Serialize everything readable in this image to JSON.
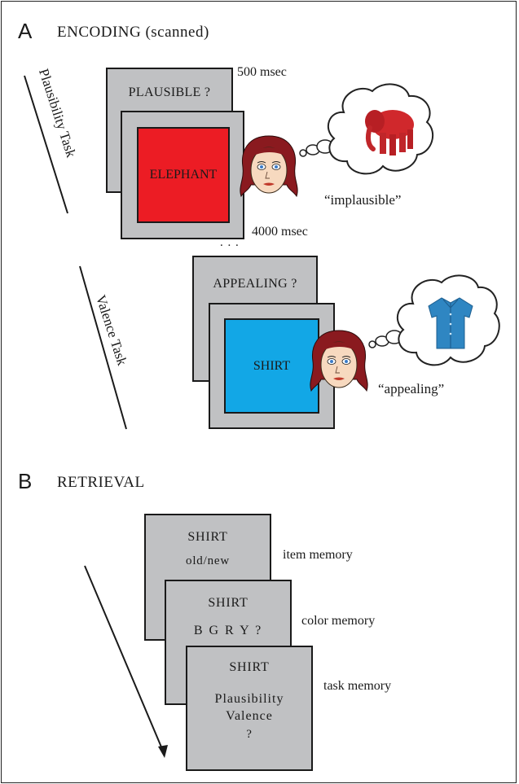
{
  "encoding": {
    "letter": "A",
    "title": "ENCODING (scanned)",
    "plausibility": {
      "task_label": "Plausibility Task",
      "question": "PLAUSIBLE ?",
      "word": "ELEPHANT",
      "cue_time": "500 msec",
      "word_time": "4000 msec",
      "thought_image": "red-elephant-icon",
      "response": "“implausible”",
      "word_color": "#ec1c24"
    },
    "ellipsis": ". . .",
    "valence": {
      "task_label": "Valence Task",
      "question": "APPEALING ?",
      "word": "SHIRT",
      "thought_image": "blue-shirt-icon",
      "response": "“appealing”",
      "word_color": "#12a7e6"
    }
  },
  "retrieval": {
    "letter": "B",
    "title": "RETRIEVAL",
    "screens": [
      {
        "word": "SHIRT",
        "lines": [
          "old/new"
        ],
        "label": "item memory"
      },
      {
        "word": "SHIRT",
        "lines": [
          "B G R Y ?"
        ],
        "label": "color memory"
      },
      {
        "word": "SHIRT",
        "lines": [
          "Plausibility",
          "Valence",
          "?"
        ],
        "label": "task memory"
      }
    ]
  },
  "colors": {
    "screen_gray": "#c0c1c3",
    "hair": "#8a1a1f",
    "face": "#f7d9bf"
  }
}
